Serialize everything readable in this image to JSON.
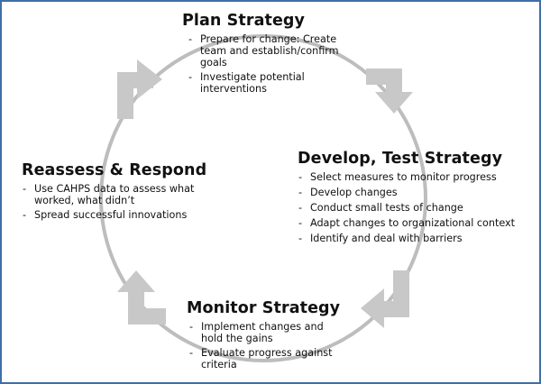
{
  "stages": {
    "plan": {
      "title": "Plan Strategy",
      "bullets": [
        "Prepare for change: Create team and establish/confirm goals",
        "Investigate potential interventions"
      ]
    },
    "develop": {
      "title": "Develop, Test Strategy",
      "bullets": [
        "Select measures to monitor progress",
        "Develop changes",
        "Conduct small tests of change",
        "Adapt changes to organizational context",
        "Identify and deal with  barriers"
      ]
    },
    "reassess": {
      "title": "Reassess & Respond",
      "bullets": [
        "Use CAHPS data to assess what worked, what didn’t",
        "Spread successful innovations"
      ]
    },
    "monitor": {
      "title": "Monitor Strategy",
      "bullets": [
        "Implement changes and hold the gains",
        "Evaluate progress against criteria"
      ]
    }
  },
  "colors": {
    "border": "#3f6fa8",
    "cycle": "#bdbdbd",
    "text": "#111111"
  }
}
